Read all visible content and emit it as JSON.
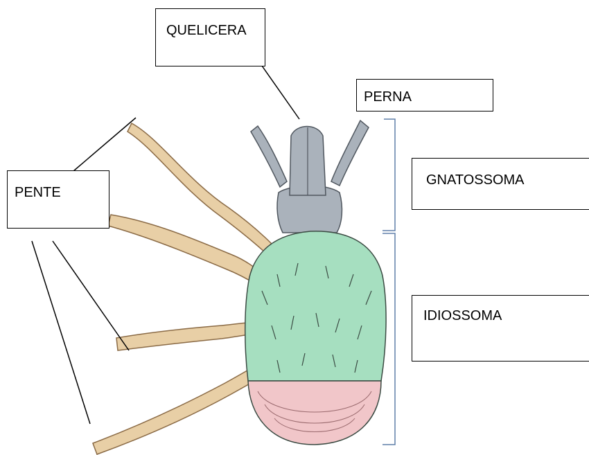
{
  "labels": {
    "quelicera": "QUELICERA",
    "perna": "PERNA",
    "gnatossoma": "GNATOSSOMA",
    "pente": "PENTE",
    "idiossoma": "IDIOSSOMA"
  },
  "colors": {
    "leg": "#e8cfa6",
    "leg_stroke": "#8a6a45",
    "gnathosoma": "#aab2bb",
    "gnathosoma_stroke": "#4f565e",
    "idiosoma_green": "#a6dfc0",
    "idiosoma_pink": "#f1c6c9",
    "body_stroke": "#3a4a42",
    "bracket": "#5f7fa8",
    "leader": "#000000"
  }
}
